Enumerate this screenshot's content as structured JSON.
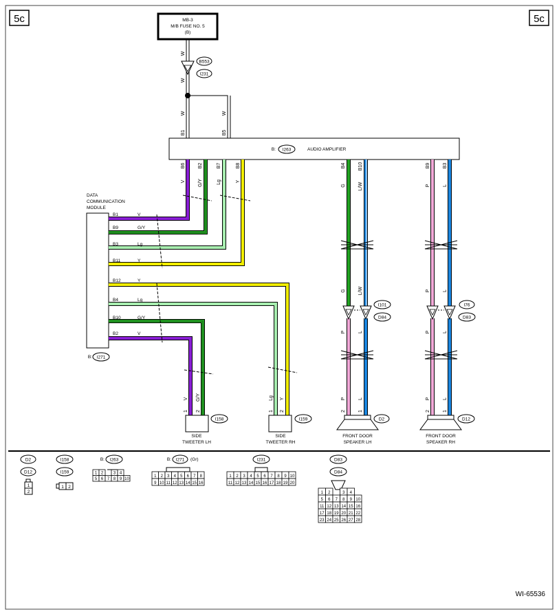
{
  "page_code": "5c",
  "fuse": {
    "line1": "MB-3",
    "line2": "M/B FUSE NO. 5",
    "line3": "(B)"
  },
  "fuse_wire": {
    "color_top": "W",
    "color_mid": "W",
    "color_bot": "W",
    "color_b5": "W",
    "pin_b1": "B1",
    "pin_b5": "B5"
  },
  "connectors_top": {
    "c1": "B553",
    "c2": "I231"
  },
  "amplifier": {
    "prefix": "B:",
    "code": "I263",
    "title": "AUDIO AMPLIFIER"
  },
  "amp_pins": [
    {
      "pin": "B6",
      "color": "V"
    },
    {
      "pin": "B2",
      "color": "G/Y"
    },
    {
      "pin": "B7",
      "color": "Lg"
    },
    {
      "pin": "B8",
      "color": "Y"
    },
    {
      "pin": "B4",
      "color": "G"
    },
    {
      "pin": "B10",
      "color": "L/W"
    },
    {
      "pin": "B9",
      "color": "P"
    },
    {
      "pin": "B3",
      "color": "L"
    }
  ],
  "dcm": {
    "title_lines": [
      "DATA",
      "COMMUNICATION",
      "MODULE"
    ],
    "prefix": "B:",
    "code": "I271"
  },
  "dcm_pins": [
    {
      "pin": "B1",
      "color": "V"
    },
    {
      "pin": "B9",
      "color": "G/Y"
    },
    {
      "pin": "B3",
      "color": "Lg"
    },
    {
      "pin": "B11",
      "color": "Y"
    },
    {
      "pin": "B12",
      "color": "Y"
    },
    {
      "pin": "B4",
      "color": "Lg"
    },
    {
      "pin": "B10",
      "color": "G/Y"
    },
    {
      "pin": "B2",
      "color": "V"
    }
  ],
  "tweeter_lh": {
    "code": "I158",
    "label_lines": [
      "SIDE",
      "TWEETER LH"
    ],
    "pin1": "1",
    "pin2": "2",
    "color1": "V",
    "color2": "G/Y"
  },
  "tweeter_rh": {
    "code": "I159",
    "label_lines": [
      "SIDE",
      "TWEETER RH"
    ],
    "pin1": "1",
    "pin2": "2",
    "color1": "Lg",
    "color2": "Y"
  },
  "front_lh": {
    "code": "D2",
    "label_lines": [
      "FRONT DOOR",
      "SPEAKER LH"
    ],
    "junction1": "I101",
    "junction2": "D84",
    "upper_colors": [
      "G",
      "L/W"
    ],
    "lower_colors": [
      "P",
      "L"
    ],
    "bottom_colors": [
      "P",
      "L"
    ],
    "pins": [
      "2",
      "1"
    ]
  },
  "front_rh": {
    "code": "D12",
    "label_lines": [
      "FRONT DOOR",
      "SPEAKER RH"
    ],
    "junction1": "I76",
    "junction2": "D83",
    "upper_colors": [
      "P",
      "L"
    ],
    "lower_colors": [
      "P",
      "L"
    ],
    "bottom_colors": [
      "P",
      "L"
    ],
    "pins": [
      "2",
      "1"
    ]
  },
  "legend": {
    "g1": {
      "codes": [
        "D2",
        "D12"
      ],
      "pins": [
        "1",
        "2"
      ]
    },
    "g2": {
      "codes": [
        "I158",
        "I159"
      ],
      "pins": [
        "1",
        "2"
      ]
    },
    "g3": {
      "prefix": "B:",
      "code": "I263",
      "row1": [
        "1",
        "2",
        "",
        "3",
        "4"
      ],
      "row2": [
        "5",
        "6",
        "7",
        "8",
        "9",
        "10"
      ]
    },
    "g4": {
      "prefix": "B:",
      "code": "I271",
      "suffix": "(Gr)",
      "row1": [
        "1",
        "2",
        "3",
        "4",
        "5",
        "6",
        "7",
        "8"
      ],
      "row2": [
        "9",
        "10",
        "11",
        "12",
        "13",
        "14",
        "15",
        "16"
      ]
    },
    "g5": {
      "code": "I231",
      "row1": [
        "1",
        "2",
        "3",
        "4",
        "5",
        "6",
        "7",
        "8",
        "9",
        "10"
      ],
      "row2": [
        "11",
        "12",
        "13",
        "14",
        "15",
        "16",
        "17",
        "18",
        "19",
        "20"
      ]
    },
    "g6": {
      "codes": [
        "D83",
        "D84"
      ],
      "row1": [
        "1",
        "2",
        "",
        "3",
        "4"
      ],
      "row2": [
        "5",
        "6",
        "7",
        "8",
        "9",
        "10"
      ],
      "row3": [
        "11",
        "12",
        "13",
        "14",
        "15",
        "16"
      ],
      "row4": [
        "17",
        "18",
        "19",
        "20",
        "21",
        "22"
      ],
      "row5": [
        "23",
        "24",
        "25",
        "26",
        "27",
        "28"
      ]
    }
  },
  "doc_id": "WI-65536",
  "wire_colors": {
    "V": "#8a1fd6",
    "G": "#23a323",
    "GY": "#23a323",
    "Lg": "#a8eeb0",
    "Y": "#f2ee00",
    "L": "#1a86e0",
    "P": "#f2a9d8",
    "W": "#ffffff"
  }
}
